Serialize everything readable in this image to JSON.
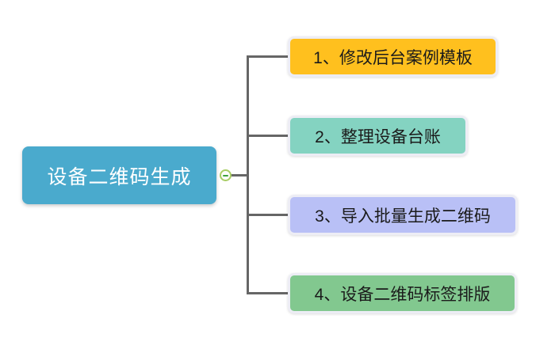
{
  "root_topic": {
    "label": "设备二维码生成",
    "bg_color": "#4AAACD",
    "text_color": "#FFFFFF"
  },
  "collapse_button": {
    "icon": "minus-circle-icon",
    "state_symbol": "−",
    "border_color": "#A8CD64",
    "minus_color": "#3DA23D",
    "fill_color": "#FDFEF9"
  },
  "connector_color": "#666666",
  "subtopics": [
    {
      "label": "1、修改后台案例模板",
      "bg_color": "#FFC01E"
    },
    {
      "label": "2、整理设备台账",
      "bg_color": "#84D3C1"
    },
    {
      "label": "3、导入批量生成二维码",
      "bg_color": "#B9C0F6"
    },
    {
      "label": "4、设备二维码标签排版",
      "bg_color": "#82C88F"
    }
  ]
}
